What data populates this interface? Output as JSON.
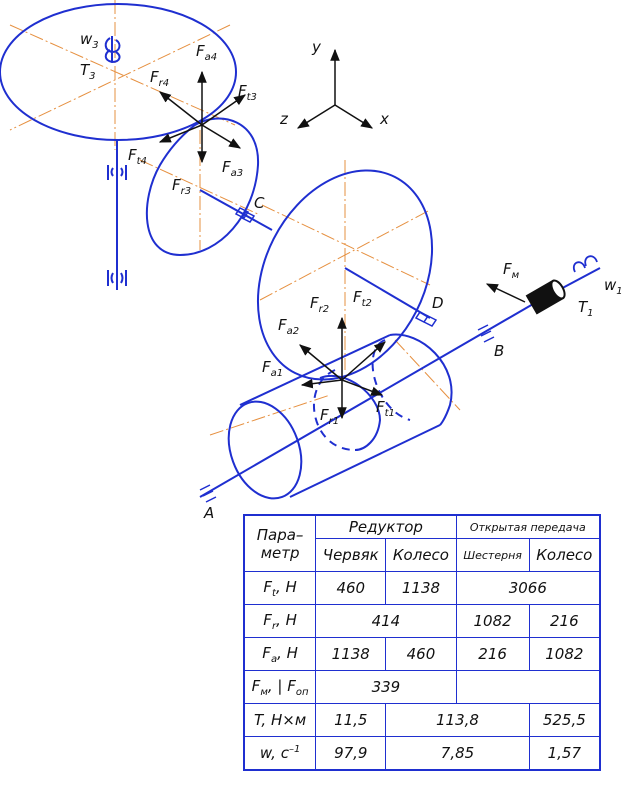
{
  "labels": {
    "w3": "w",
    "w3_sub": "3",
    "T3": "T",
    "T3_sub": "3",
    "Fa4": "F",
    "Fa4_sub": "a4",
    "Fr4": "F",
    "Fr4_sub": "r4",
    "Ft3": "F",
    "Ft3_sub": "t3",
    "Ft4": "F",
    "Ft4_sub": "t4",
    "Fr3": "F",
    "Fr3_sub": "r3",
    "Fa3": "F",
    "Fa3_sub": "a3",
    "C": "C",
    "D": "D",
    "Fr2": "F",
    "Fr2_sub": "r2",
    "Ft2": "F",
    "Ft2_sub": "t2",
    "Fa2": "F",
    "Fa2_sub": "a2",
    "Fa1": "F",
    "Fa1_sub": "a1",
    "Fr1": "F",
    "Fr1_sub": "r1",
    "Ft1": "F",
    "Ft1_sub": "t1",
    "Fm": "F",
    "Fm_sub": "м",
    "w1": "w",
    "w1_sub": "1",
    "T1": "T",
    "T1_sub": "1",
    "A": "A",
    "B": "B",
    "axis_x": "x",
    "axis_y": "y",
    "axis_z": "z"
  },
  "table": {
    "param_line1": "Пара–",
    "param_line2": "метр",
    "reducer": "Редуктор",
    "open_gear": "Открытая передача",
    "worm": "Червяк",
    "wheel": "Колесо",
    "pinion": "Шестерня",
    "wheel2": "Колесо",
    "rows": [
      {
        "sym": "F",
        "sub": "t",
        "unit": ", Н",
        "v1": "460",
        "v2": "1138",
        "v3": "3066"
      },
      {
        "sym": "F",
        "sub": "r",
        "unit": ", Н",
        "v12": "414",
        "v3": "1082",
        "v4": "216"
      },
      {
        "sym": "F",
        "sub": "a",
        "unit": ", Н",
        "v1": "1138",
        "v2": "460",
        "v3": "216",
        "v4": "1082"
      },
      {
        "sym1": "F",
        "sub1": "м",
        "sym2": "F",
        "sub2": "оп",
        "v12": "339"
      },
      {
        "sym": "T, Н×м",
        "v1": "11,5",
        "v23": "113,8",
        "v4": "525,5"
      },
      {
        "sym": "w, c",
        "sup": "–1",
        "v1": "97,9",
        "v23": "7,85",
        "v4": "1,57"
      }
    ]
  },
  "colors": {
    "line": "#1f2fd0",
    "center": "#e69040",
    "arrow": "#111111"
  }
}
